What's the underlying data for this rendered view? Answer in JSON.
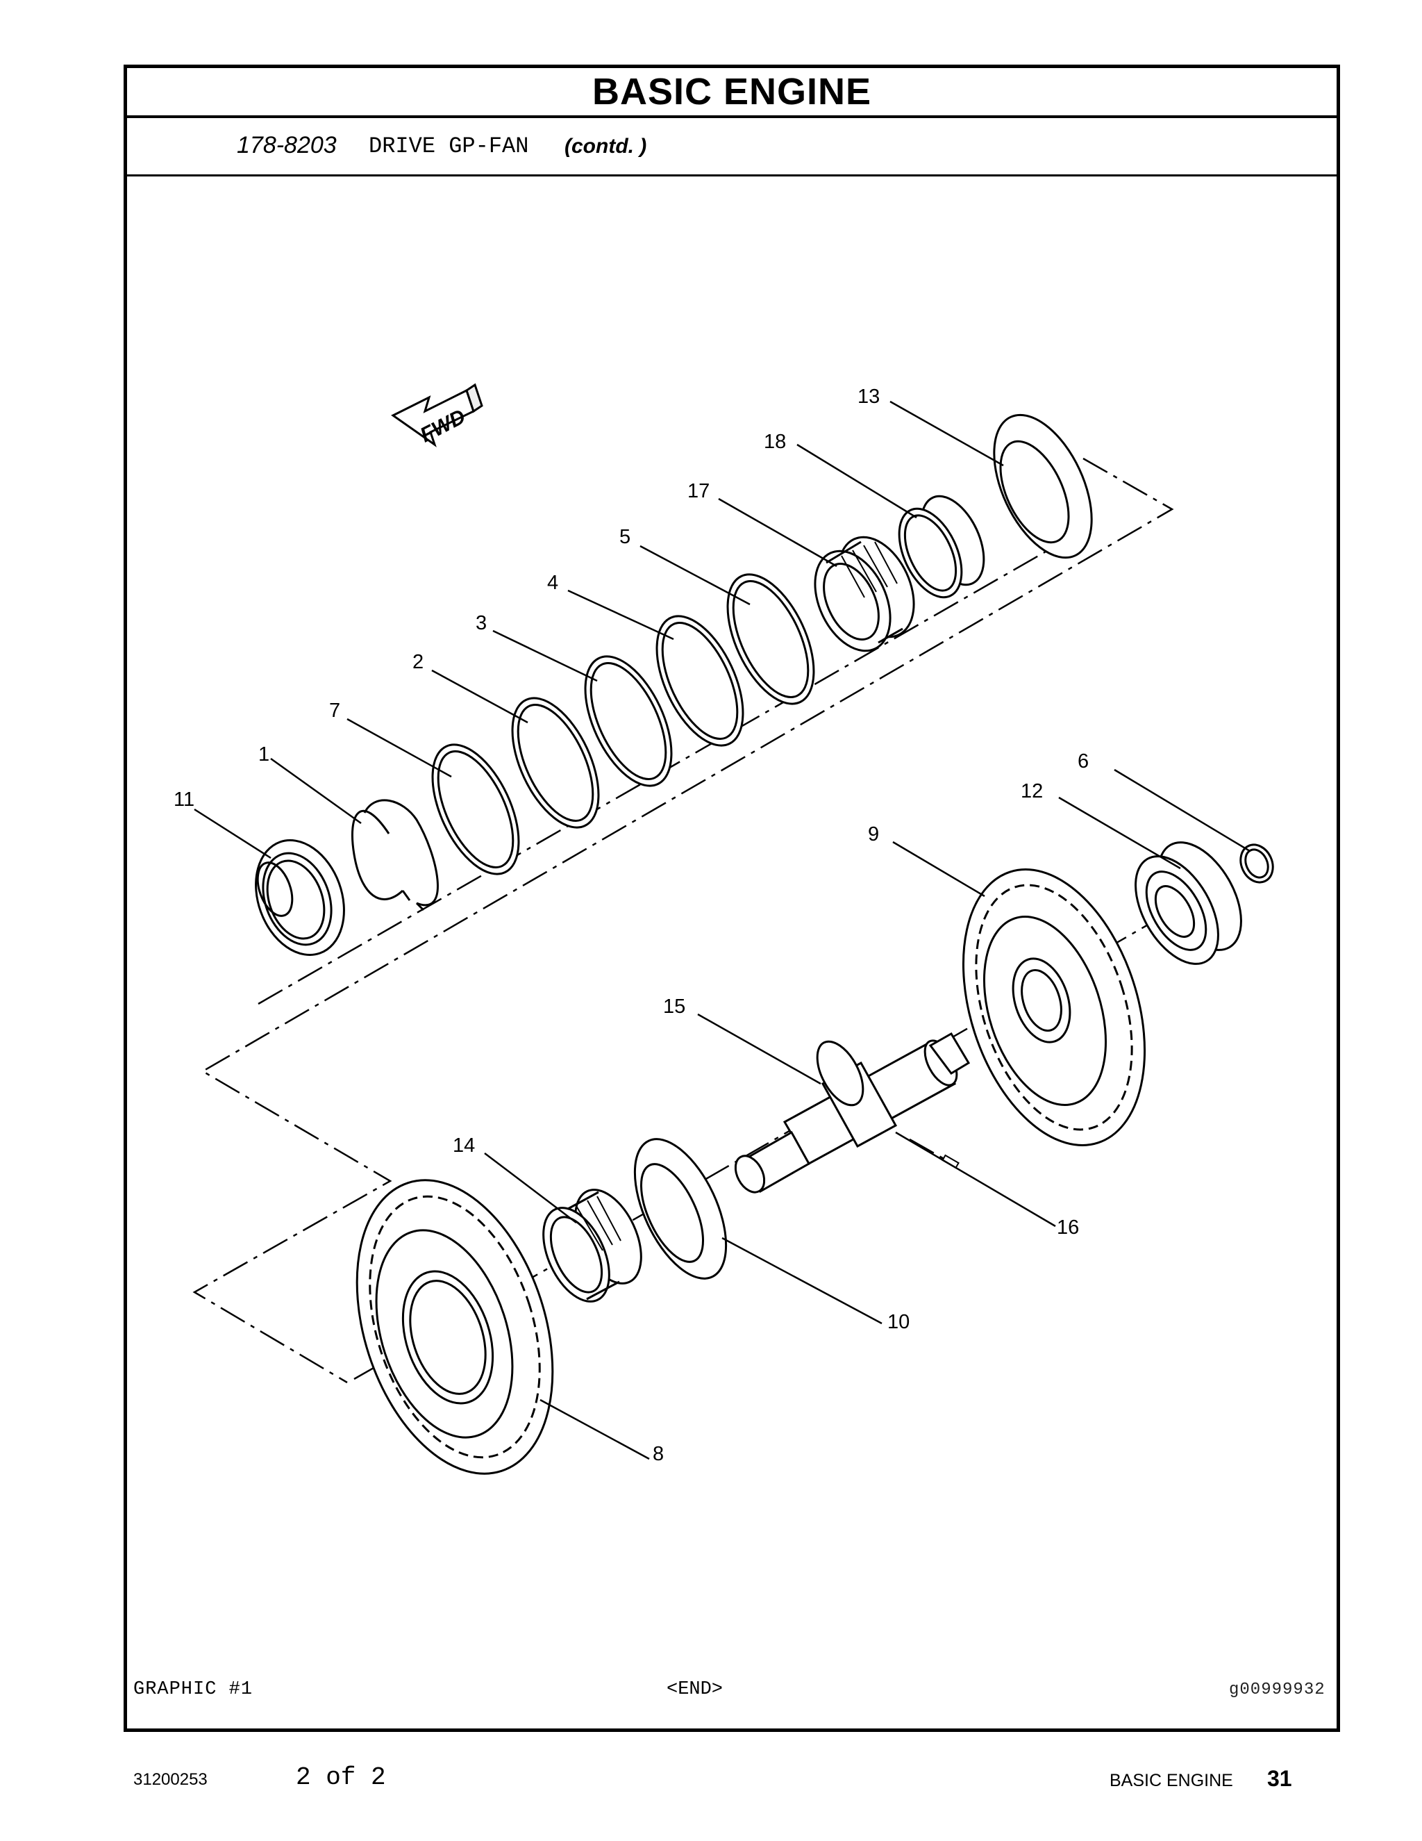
{
  "header": {
    "title": "BASIC  ENGINE",
    "part_number": "178-8203",
    "part_name": "DRIVE GP-FAN",
    "continued": "(contd. )"
  },
  "diagram": {
    "direction_label": "FWD",
    "callouts": [
      "13",
      "18",
      "17",
      "5",
      "4",
      "3",
      "2",
      "7",
      "1",
      "11",
      "6",
      "12",
      "9",
      "15",
      "14",
      "16",
      "10",
      "8"
    ]
  },
  "footer": {
    "graphic_label": "GRAPHIC #1",
    "end_marker": "<END>",
    "graphic_id": "g00999932"
  },
  "page": {
    "doc_number": "31200253",
    "page_of": "2 of 2",
    "section": "BASIC ENGINE",
    "page_number": "31"
  }
}
